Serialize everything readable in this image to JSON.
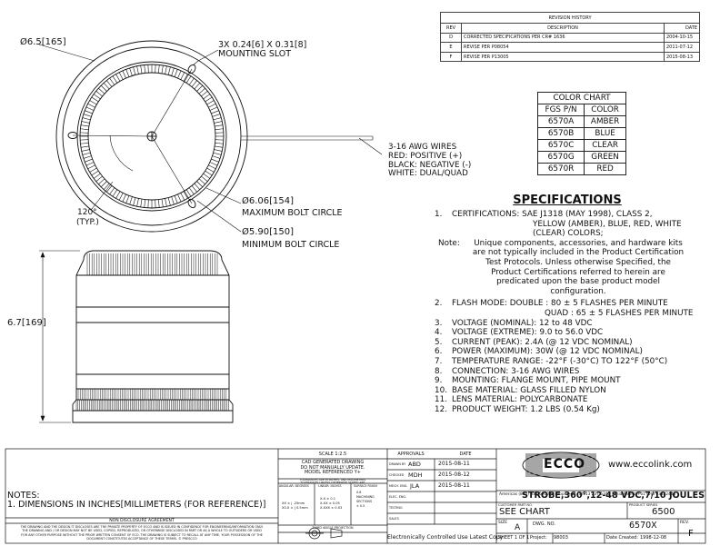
{
  "revision_history": {
    "title": "REVISION HISTORY",
    "headers": [
      "REV",
      "DESCRIPTION",
      "DATE"
    ],
    "rows": [
      {
        "rev": "D",
        "description": "CORRECTED SPECIFICATIONS PER CR# 1636",
        "date": "2004-10-15"
      },
      {
        "rev": "E",
        "description": "REVISE PER P08054",
        "date": "2011-07-12"
      },
      {
        "rev": "F",
        "description": "REVISE PER P13005",
        "date": "2015-08-13"
      }
    ]
  },
  "top_view": {
    "outer_diameter": "Ø6.5[165]",
    "mounting_slot_line1": "3X 0.24[6] X 0.31[8]",
    "mounting_slot_line2": "MOUNTING SLOT",
    "wires": [
      "3-16 AWG WIRES",
      "RED: POSITIVE (+)",
      "BLACK: NEGATIVE (-)",
      "WHITE: DUAL/QUAD"
    ],
    "angle": "120°",
    "angle_note": "(TYP.)",
    "max_bolt_dim": "Ø6.06[154]",
    "max_bolt_label": "MAXIMUM BOLT CIRCLE",
    "min_bolt_dim": "Ø5.90[150]",
    "min_bolt_label": "MINIMUM BOLT CIRCLE"
  },
  "side_view": {
    "height": "6.7[169]"
  },
  "color_chart": {
    "title": "COLOR CHART",
    "headers": [
      "FGS P/N",
      "COLOR"
    ],
    "rows": [
      [
        "6570A",
        "AMBER"
      ],
      [
        "6570B",
        "BLUE"
      ],
      [
        "6570C",
        "CLEAR"
      ],
      [
        "6570G",
        "GREEN"
      ],
      [
        "6570R",
        "RED"
      ]
    ]
  },
  "specifications": {
    "title": "SPECIFICATIONS",
    "items": [
      {
        "n": "1.",
        "lines": [
          "CERTIFICATIONS:   SAE J1318 (MAY 1998), CLASS 2,",
          "YELLOW (AMBER), BLUE, RED, WHITE",
          "(CLEAR) COLORS;"
        ]
      },
      {
        "n": "Note:",
        "lines": [
          "Unique components, accessories, and hardware kits",
          "are not typically included in the Product Certification",
          "Test Protocols.  Unless otherwise Specified, the",
          "Product Certifications referred to herein are",
          "predicated upon the base product model",
          "configuration."
        ]
      },
      {
        "n": "2.",
        "lines": [
          "FLASH MODE: DOUBLE : 80 ± 5 FLASHES PER MINUTE",
          "QUAD : 65 ± 5 FLASHES PER MINUTE"
        ]
      },
      {
        "n": "3.",
        "lines": [
          "VOLTAGE (NOMINAL): 12 to 48 VDC"
        ]
      },
      {
        "n": "4.",
        "lines": [
          "VOLTAGE (EXTREME): 9.0 to 56.0 VDC"
        ]
      },
      {
        "n": "5.",
        "lines": [
          "CURRENT (PEAK): 2.4A (@ 12 VDC NOMINAL)"
        ]
      },
      {
        "n": "6.",
        "lines": [
          "POWER (MAXIMUM): 30W (@ 12 VDC NOMINAL)"
        ]
      },
      {
        "n": "7.",
        "lines": [
          "TEMPERATURE RANGE: -22°F (-30°C) TO 122°F (50°C)"
        ]
      },
      {
        "n": "8.",
        "lines": [
          "CONNECTION: 3-16 AWG WIRES"
        ]
      },
      {
        "n": "9.",
        "lines": [
          "MOUNTING: FLANGE MOUNT, PIPE MOUNT"
        ]
      },
      {
        "n": "10.",
        "lines": [
          "BASE MATERIAL: GLASS FILLED NYLON"
        ]
      },
      {
        "n": "11.",
        "lines": [
          "LENS MATERIAL: POLYCARBONATE"
        ]
      },
      {
        "n": "12.",
        "lines": [
          "PRODUCT WEIGHT: 1.2 LBS (0.54 Kg)"
        ]
      }
    ]
  },
  "notes": {
    "title": "NOTES:",
    "item": "1. DIMENSIONS IN INCHES[MILLIMETERS (FOR REFERENCE)]"
  },
  "disclosure": {
    "title": "NON DISCLOSURE AGREEMENT",
    "lines": [
      "THE DRAWING AND THE DESIGN IT DISCLOSES ARE THE PRIVATE PROPERTY OF ECCO AND IS ISSUED IN CONFIDENCE FOR ENGINEERING/INFORMATION ONLY.",
      "THE DRAWING AND / OR DESIGN MAY NOT BE USED, COPIED, REPRODUCED, OR OTHERWISE DISCLOSED IN PART OR AS A WHOLE TO OUTSIDERS OR USED",
      "FOR ANY OTHER PURPOSE WITHOUT THE PRIOR WRITTEN CONSENT OF ECO. THE DRAWING IS SUBJECT TO RECALL AT ANY TIME. YOUR POSSESSION OF THE",
      "DOCUMENT CONSTITUTES ACCEPTANCE OF THESE TERMS.  © PRESCCO"
    ]
  },
  "title_block": {
    "scale": "SCALE 1:2.5",
    "cad_note": [
      "CAD GENERATED DRAWING",
      "DO NOT MANUALLY UPDATE.",
      "MODEL REFERENCED Y+"
    ],
    "tolerance_note": [
      "TOLERANCES ARE IN INCHES, AND MILLIMETERS",
      "TOLERANCES UNLESS OTHERWISE STATED ARE"
    ],
    "tol_headers": [
      "ANGULAR: DEGREES",
      "LINEAR: INCHES",
      "SURFACE FINISH"
    ],
    "tol_values": [
      "XX  ±  | .25mm",
      "X0.X  ±  | 0.5mm",
      "X.X  ± 0.1",
      "X.XX ± 0.05",
      "X.XXX ± 0.03",
      "0.8",
      "MACHINING",
      "SECTIONS",
      "± 0.5"
    ],
    "projection": "THIRD ANGLE PROJECTION",
    "approvals_header": "APPROVALS",
    "date_header": "DATE",
    "approvals": [
      {
        "role": "DRAWN BY",
        "name": "ABD",
        "date": "2015-08-11"
      },
      {
        "role": "CHECKED",
        "name": "MDH",
        "date": "2015-08-12"
      },
      {
        "role": "MECH. ENG.",
        "name": "JLA",
        "date": "2015-08-11"
      },
      {
        "role": "ELEC. ENG.",
        "name": "",
        "date": ""
      },
      {
        "role": "TESTING",
        "name": "",
        "date": ""
      },
      {
        "role": "SALES",
        "name": "",
        "date": ""
      }
    ],
    "copy_note": "Electronically Controlled Use Latest Copy",
    "logo_text": "ECCO",
    "website": "www.eccolink.com",
    "contacts": "Americas (800) 635-5900  |  Europe +44 (0)113 237 5340  |  Asia Pacific +61 (0)3 93322444",
    "product_title": "STROBE,360°,12-48 VDC,7/10 JOULES",
    "customer_label": "CUSTOMER PART NO.",
    "customer_part": "SEE CHART",
    "product_series_label": "PRODUCT SERIES",
    "product_series": "6500",
    "size_label": "SIZE",
    "size": "A",
    "dwg_label": "DWG. NO.",
    "dwg_no": "6570X",
    "rev_label": "REV.",
    "rev": "F",
    "sheet": "SHEET 1 OF 1",
    "project_label": "Project:",
    "project": "98003",
    "date_created_label": "Date Created:",
    "date_created": "1998-12-08"
  }
}
